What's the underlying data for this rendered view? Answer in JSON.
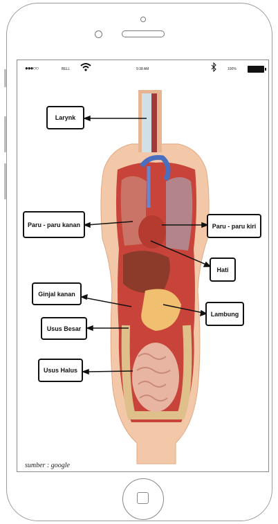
{
  "status_bar": {
    "signal": "●●●○○",
    "carrier": "BELL",
    "time": "9:38 AM",
    "battery_percent": "100%",
    "icons": [
      "wifi-icon",
      "bluetooth-icon",
      "battery-icon"
    ]
  },
  "labels": {
    "larynx": "Larynk",
    "right_lung": "Paru - paru kanan",
    "left_lung": "Paru - paru kiri",
    "liver": "Hati",
    "right_kidney": "Ginjal kanan",
    "stomach": "Lambung",
    "large_intestine": "Usus Besar",
    "small_intestine": "Usus Halus"
  },
  "source": "sumber : google",
  "colors": {
    "frame": "#9a9a9a",
    "label_border": "#111111",
    "skin": "#f3c8a8"
  }
}
